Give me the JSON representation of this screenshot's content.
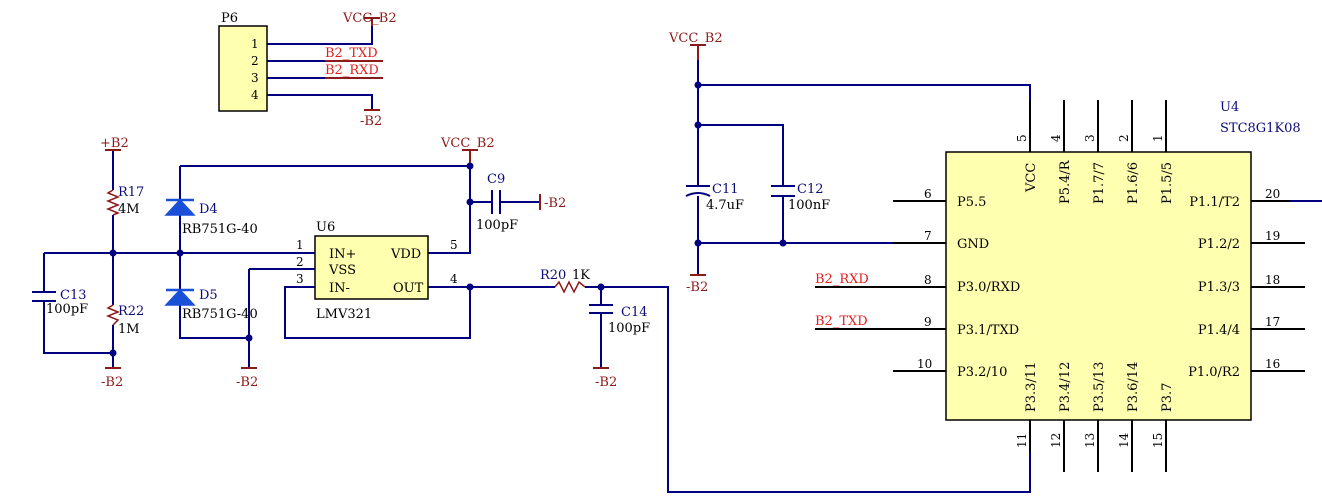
{
  "p6": {
    "ref": "P6",
    "pins": [
      "1",
      "2",
      "3",
      "4"
    ]
  },
  "u4": {
    "ref": "U4",
    "part": "STC8G1K08",
    "left_pins": [
      {
        "num": "6",
        "name": "P5.5"
      },
      {
        "num": "7",
        "name": "GND"
      },
      {
        "num": "8",
        "name": "P3.0/RXD"
      },
      {
        "num": "9",
        "name": "P3.1/TXD"
      },
      {
        "num": "10",
        "name": "P3.2/10"
      }
    ],
    "right_pins": [
      {
        "num": "20",
        "name": "P1.1/T2"
      },
      {
        "num": "19",
        "name": "P1.2/2"
      },
      {
        "num": "18",
        "name": "P1.3/3"
      },
      {
        "num": "17",
        "name": "P1.4/4"
      },
      {
        "num": "16",
        "name": "P1.0/R2"
      }
    ],
    "top_pins": [
      {
        "num": "5",
        "name": "VCC"
      },
      {
        "num": "4",
        "name": "P5.4/R"
      },
      {
        "num": "3",
        "name": "P1.7/7"
      },
      {
        "num": "2",
        "name": "P1.6/6"
      },
      {
        "num": "1",
        "name": "P1.5/5"
      }
    ],
    "bottom_pins": [
      {
        "num": "11",
        "name": "P3.3/11"
      },
      {
        "num": "12",
        "name": "P3.4/12"
      },
      {
        "num": "13",
        "name": "P3.5/13"
      },
      {
        "num": "14",
        "name": "P3.6/14"
      },
      {
        "num": "15",
        "name": "P3.7"
      }
    ]
  },
  "u6": {
    "ref": "U6",
    "part": "LMV321",
    "pins": [
      {
        "num": "1",
        "name": "IN+"
      },
      {
        "num": "2",
        "name": "VSS"
      },
      {
        "num": "3",
        "name": "IN-"
      },
      {
        "num": "5",
        "name": "VDD"
      },
      {
        "num": "4",
        "name": "OUT"
      }
    ]
  },
  "components": {
    "r17": {
      "ref": "R17",
      "value": "4M"
    },
    "r22": {
      "ref": "R22",
      "value": "1M"
    },
    "r20": {
      "ref": "R20",
      "value": "1K"
    },
    "c13": {
      "ref": "C13",
      "value": "100pF"
    },
    "c9": {
      "ref": "C9",
      "value": "100pF"
    },
    "c14": {
      "ref": "C14",
      "value": "100pF"
    },
    "c11": {
      "ref": "C11",
      "value": "4.7uF"
    },
    "c12": {
      "ref": "C12",
      "value": "100nF"
    },
    "d4": {
      "ref": "D4",
      "value": "RB751G-40"
    },
    "d5": {
      "ref": "D5",
      "value": "RB751G-40"
    }
  },
  "power": {
    "vcc": "VCC_B2",
    "gnd": "-B2",
    "pos": "+B2"
  },
  "nets": {
    "txd": "B2_TXD",
    "rxd": "B2_RXD"
  },
  "colors": {
    "wire": "#000080",
    "power": "#8b1a1a",
    "net_label": "#e0201e",
    "ic_body": "#ffffb0",
    "diode": "#1a4fd8"
  }
}
